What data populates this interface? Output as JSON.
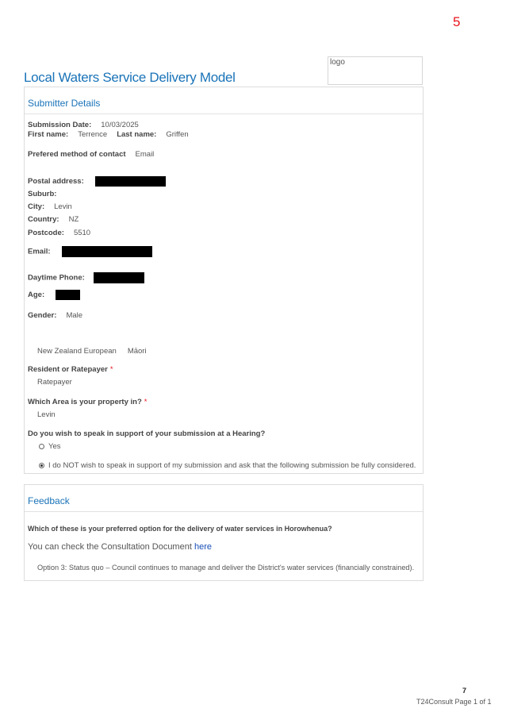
{
  "page_number": "5",
  "logo_text": "logo",
  "title": "Local Waters Service Delivery Model",
  "submitter": {
    "heading": "Submitter Details",
    "submission_date_label": "Submission Date:",
    "submission_date": "10/03/2025",
    "first_name_label": "First name:",
    "first_name": "Terrence",
    "last_name_label": "Last name:",
    "last_name": "Griffen",
    "contact_method_label": "Prefered method of contact",
    "contact_method": "Email",
    "postal_address_label": "Postal address:",
    "suburb_label": "Suburb:",
    "city_label": "City:",
    "city": "Levin",
    "country_label": "Country:",
    "country": "NZ",
    "postcode_label": "Postcode:",
    "postcode": "5510",
    "email_label": "Email:",
    "phone_label": "Daytime Phone:",
    "age_label": "Age:",
    "gender_label": "Gender:",
    "gender": "Male",
    "ethnicity_1": "New Zealand European",
    "ethnicity_2": "Māori",
    "resident_label": "Resident or Ratepayer",
    "resident_value": "Ratepayer",
    "area_label": "Which Area is your property in?",
    "area_value": "Levin",
    "required_mark": "*",
    "hearing_question": "Do you wish to speak in support of your submission at a Hearing?",
    "hearing_yes": "Yes",
    "hearing_no": "I do NOT wish to speak in support of my submission and ask that the following submission be fully considered."
  },
  "feedback": {
    "heading": "Feedback",
    "question": "Which of these is your preferred option for the delivery of water services in Horowhenua?",
    "consult_text": "You can check the Consultation Document",
    "consult_link": "here",
    "answer": "Option 3: Status quo – Council continues to manage and deliver the District's water services (financially constrained)."
  },
  "footer": {
    "number": "7",
    "text": "T24Consult  Page 1 of 1"
  }
}
